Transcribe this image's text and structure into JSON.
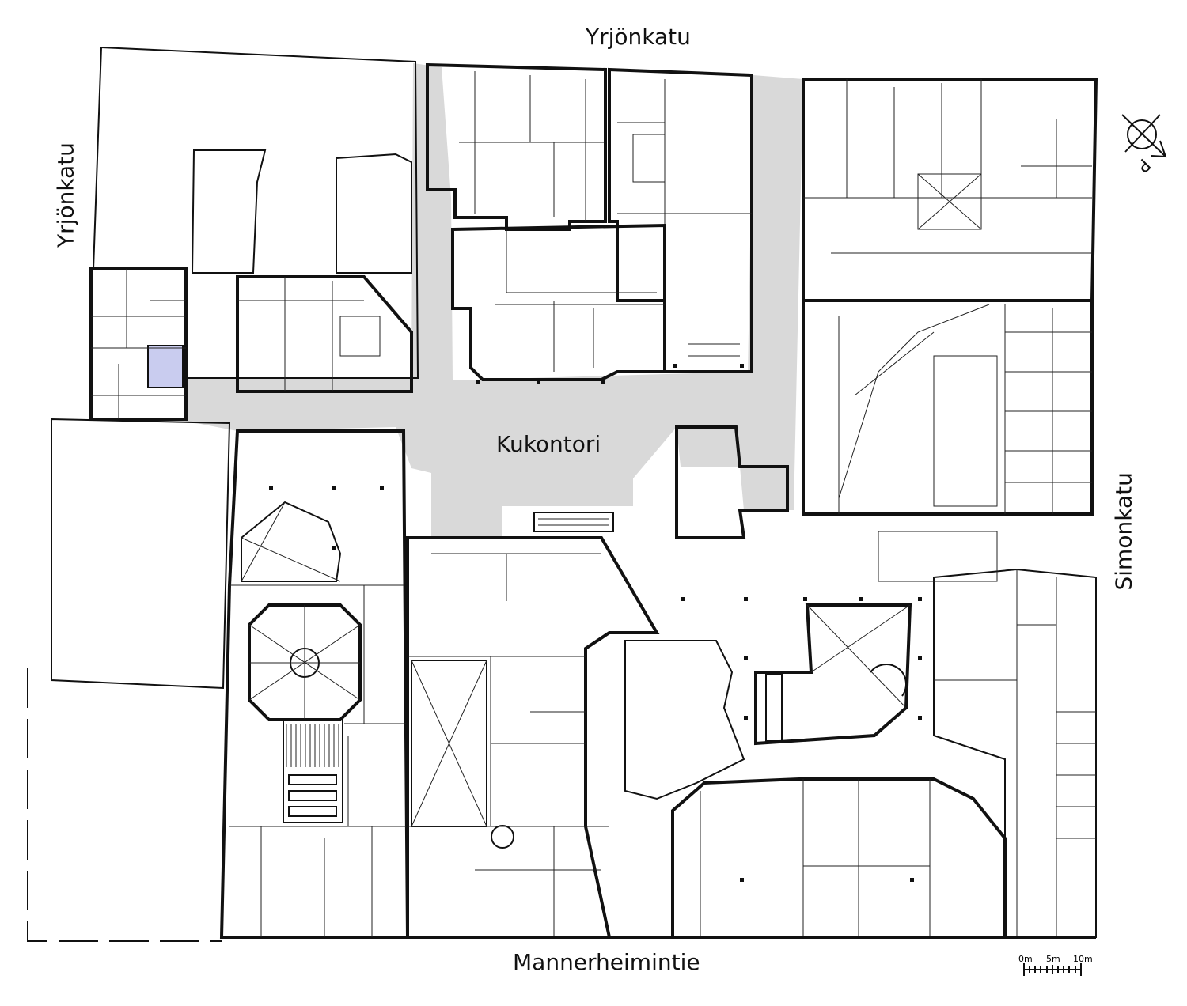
{
  "streets": {
    "top": "Yrjönkatu",
    "left": "Yrjönkatu",
    "right": "Simonkatu",
    "bottom": "Mannerheimintie"
  },
  "square": "Kukontori",
  "north_arrow": {
    "label": "P"
  },
  "scale_bar": {
    "ticks": [
      "0m",
      "5m",
      "10m"
    ]
  },
  "colors": {
    "public_area": "#d9d9d9",
    "highlight_room": "#c9ccef",
    "lines": "#111111"
  }
}
